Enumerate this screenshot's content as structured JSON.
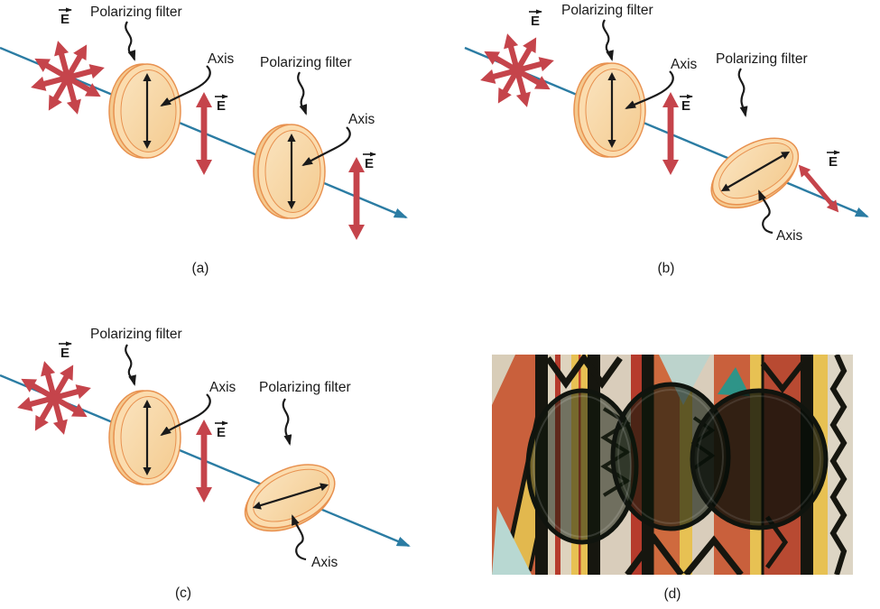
{
  "figure": {
    "labels": {
      "polarizing_filter": "Polarizing filter",
      "axis": "Axis",
      "e_field": "E"
    },
    "panels": {
      "a": {
        "tag": "(a)"
      },
      "b": {
        "tag": "(b)"
      },
      "c": {
        "tag": "(c)"
      },
      "d": {
        "tag": "(d)"
      }
    },
    "colors": {
      "ray_blue": "#2b7ca3",
      "arrow_red": "#c5444b",
      "filter_rim_stroke": "#e8914f",
      "filter_rim_fill": "#fbdcae",
      "filter_face": "#f8d9a4",
      "label_black": "#1a1a1a",
      "photo_terracotta": "#c9603c",
      "photo_yellow": "#e7c153",
      "photo_black": "#16160f",
      "photo_cream": "#d9cdbb",
      "photo_teal": "#2e9488",
      "photo_red": "#b63b2c",
      "lens_dark": "#10140e"
    }
  }
}
